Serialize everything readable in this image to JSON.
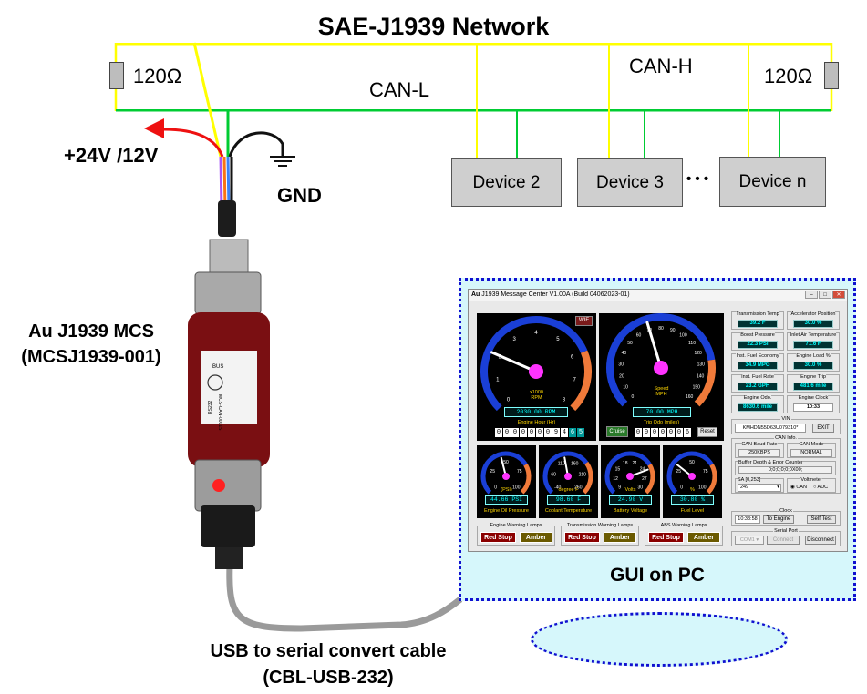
{
  "diagram": {
    "title": "SAE-J1939 Network",
    "can_l": "CAN-L",
    "can_h": "CAN-H",
    "resistor_left": "120Ω",
    "resistor_right": "120Ω",
    "power": "+24V /12V",
    "ground": "GND",
    "devices": [
      "Device 2",
      "Device 3",
      "Device n"
    ],
    "dots": "• • •",
    "mcs_label_1": "Au J1939 MCS",
    "mcs_label_2": "(MCSJ1939-001)",
    "cable_label_1": "USB to serial convert cable",
    "cable_label_2": "(CBL-USB-232)",
    "monitor_label": "GUI on PC",
    "colors": {
      "bus": "#ffff00",
      "can_h_line": "#00cc33",
      "can_l_line": "#ffff00",
      "monitor_border": "#1010d0",
      "monitor_fill": "#d6f7fb",
      "power_arrow": "#ee1111"
    }
  },
  "device_labels": {
    "bus": "BUS",
    "model": "MCS-CAN-0001S",
    "port": "RS232"
  },
  "gui": {
    "window_title": "J1939 Message Center V1.00A (Build 04062023-01)",
    "app_icon": "Au",
    "wif": "WIF",
    "rpm": {
      "unit1": "x1000",
      "unit2": "RPM",
      "value": "2030.00 RPM",
      "ticks": [
        "0",
        "1",
        "2",
        "3",
        "4",
        "5",
        "6",
        "7",
        "8"
      ],
      "footer": "Engine Hour (Hr)",
      "odo": [
        "0",
        "0",
        "0",
        "0",
        "0",
        "0",
        "0",
        "9",
        "4",
        "6",
        "5"
      ]
    },
    "speed": {
      "unit1": "Speed",
      "unit2": "MPH",
      "value": "70.00 MPH",
      "ticks": [
        "0",
        "10",
        "20",
        "30",
        "40",
        "50",
        "60",
        "70",
        "80",
        "90",
        "100",
        "110",
        "120",
        "130",
        "140",
        "150",
        "160"
      ],
      "footer": "Trip Odo (miles)",
      "cruise": "Cruise",
      "reset": "Reset",
      "odo": [
        "0",
        "0",
        "0",
        "0",
        "0",
        "0",
        "6"
      ]
    },
    "right": [
      {
        "label": "Transmission Temp",
        "value": "39.2 F"
      },
      {
        "label": "Accelerator Position",
        "value": "30.0 %"
      },
      {
        "label": "Boost Pressure",
        "value": "22.3 PSI"
      },
      {
        "label": "Inlet Air Temperature",
        "value": "71.6 F"
      },
      {
        "label": "Inst. Fuel Economy",
        "value": "34.9 MPG"
      },
      {
        "label": "Engine Load %",
        "value": "30.0 %"
      },
      {
        "label": "Inst. Fuel Rate",
        "value": "23.2 GPH"
      },
      {
        "label": "Engine Trip",
        "value": "481.6 mile"
      },
      {
        "label": "Engine Odo.",
        "value": "8630.6 mile"
      },
      {
        "label": "Engine Clock",
        "value": "10:33"
      }
    ],
    "vin_label": "VIN",
    "vin_value": "KMHDN55D63U079310*",
    "exit": "EXIT",
    "can_info": "CAN Info.",
    "baud_label": "CAN Baud Rate",
    "baud_value": "250KBPS",
    "mode_label": "CAN Mode",
    "mode_value": "NORMAL",
    "buffer_label": "Buffer Depth & Error Counter",
    "buffer_value": "0;0;0;0;0;0X00;",
    "sa_label": "SA [0,253]",
    "sa_value": "249",
    "voltmeter_label": "Voltmeter",
    "volt_can": "CAN",
    "volt_adc": "ADC",
    "clock_label": "Clock",
    "clock_value": "10:33:58",
    "to_engine": "To Engine",
    "self_test": "Self Test",
    "serial_port": "Serial Port",
    "com": "COM1",
    "connect": "Connect",
    "disconnect": "Disconnect",
    "small_gauges": [
      {
        "footer": "Engine Oil Pressure",
        "value": "44.66 PSI",
        "unit": "(PSI)",
        "ticks": [
          "0",
          "25",
          "50",
          "75",
          "100"
        ]
      },
      {
        "footer": "Coolant Temperature",
        "value": "98.60 F",
        "unit": "degree F",
        "ticks": [
          "-40",
          "60",
          "110",
          "160",
          "210",
          "260"
        ]
      },
      {
        "footer": "Battery Voltage",
        "value": "24.90 V",
        "unit": "Volts",
        "ticks": [
          "9",
          "12",
          "15",
          "18",
          "21",
          "24",
          "27",
          "30"
        ]
      },
      {
        "footer": "Fuel Level",
        "value": "30.80 %",
        "unit": "%",
        "ticks": [
          "0",
          "25",
          "50",
          "75",
          "100"
        ]
      }
    ],
    "lamp_groups": [
      {
        "label": "Engine Warning Lamps",
        "red": "Red Stop",
        "amber": "Amber"
      },
      {
        "label": "Transmission Warning Lamps",
        "red": "Red Stop",
        "amber": "Amber"
      },
      {
        "label": "ABS Warning Lamps",
        "red": "Red Stop",
        "amber": "Amber"
      }
    ]
  }
}
